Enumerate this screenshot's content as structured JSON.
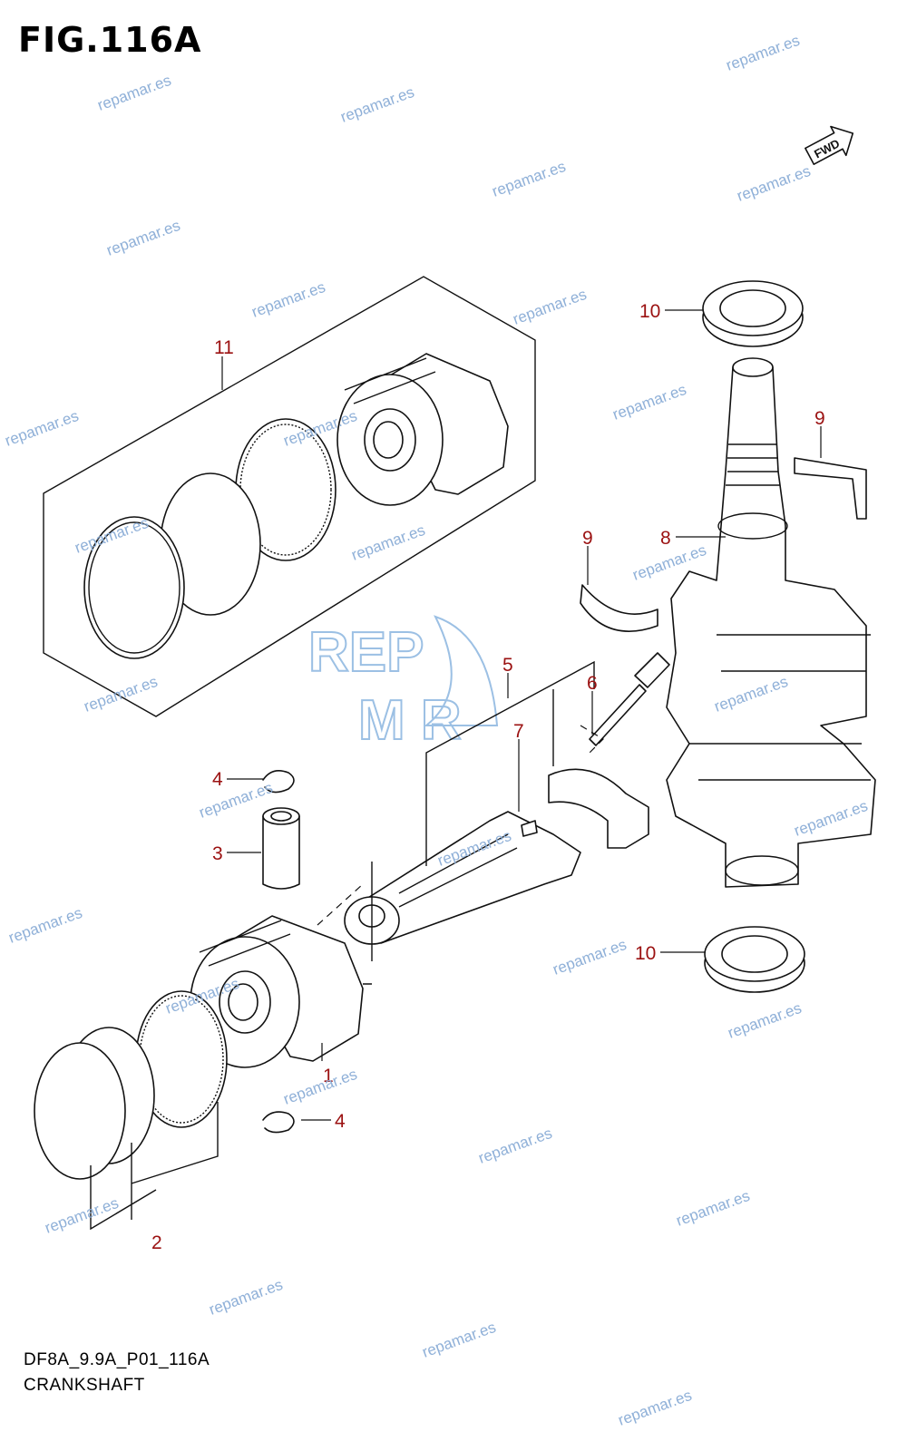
{
  "figure": {
    "title": "FIG.116A",
    "drawing_code": "DF8A_9.9A_P01_116A",
    "section_name": "CRANKSHAFT",
    "fwd_label": "FWD"
  },
  "logo": {
    "line1": "REP",
    "line2": "M  R"
  },
  "watermark": {
    "text": "repamar.es"
  },
  "callouts": [
    {
      "id": "1",
      "label": "1"
    },
    {
      "id": "2",
      "label": "2"
    },
    {
      "id": "3",
      "label": "3"
    },
    {
      "id": "4a",
      "label": "4"
    },
    {
      "id": "4b",
      "label": "4"
    },
    {
      "id": "5",
      "label": "5"
    },
    {
      "id": "6",
      "label": "6"
    },
    {
      "id": "7",
      "label": "7"
    },
    {
      "id": "8",
      "label": "8"
    },
    {
      "id": "9a",
      "label": "9"
    },
    {
      "id": "9b",
      "label": "9"
    },
    {
      "id": "10a",
      "label": "10"
    },
    {
      "id": "10b",
      "label": "10"
    },
    {
      "id": "11",
      "label": "11"
    }
  ],
  "colors": {
    "callout": "#9b1111",
    "watermark": "#8fb0d8",
    "line": "#111111"
  }
}
